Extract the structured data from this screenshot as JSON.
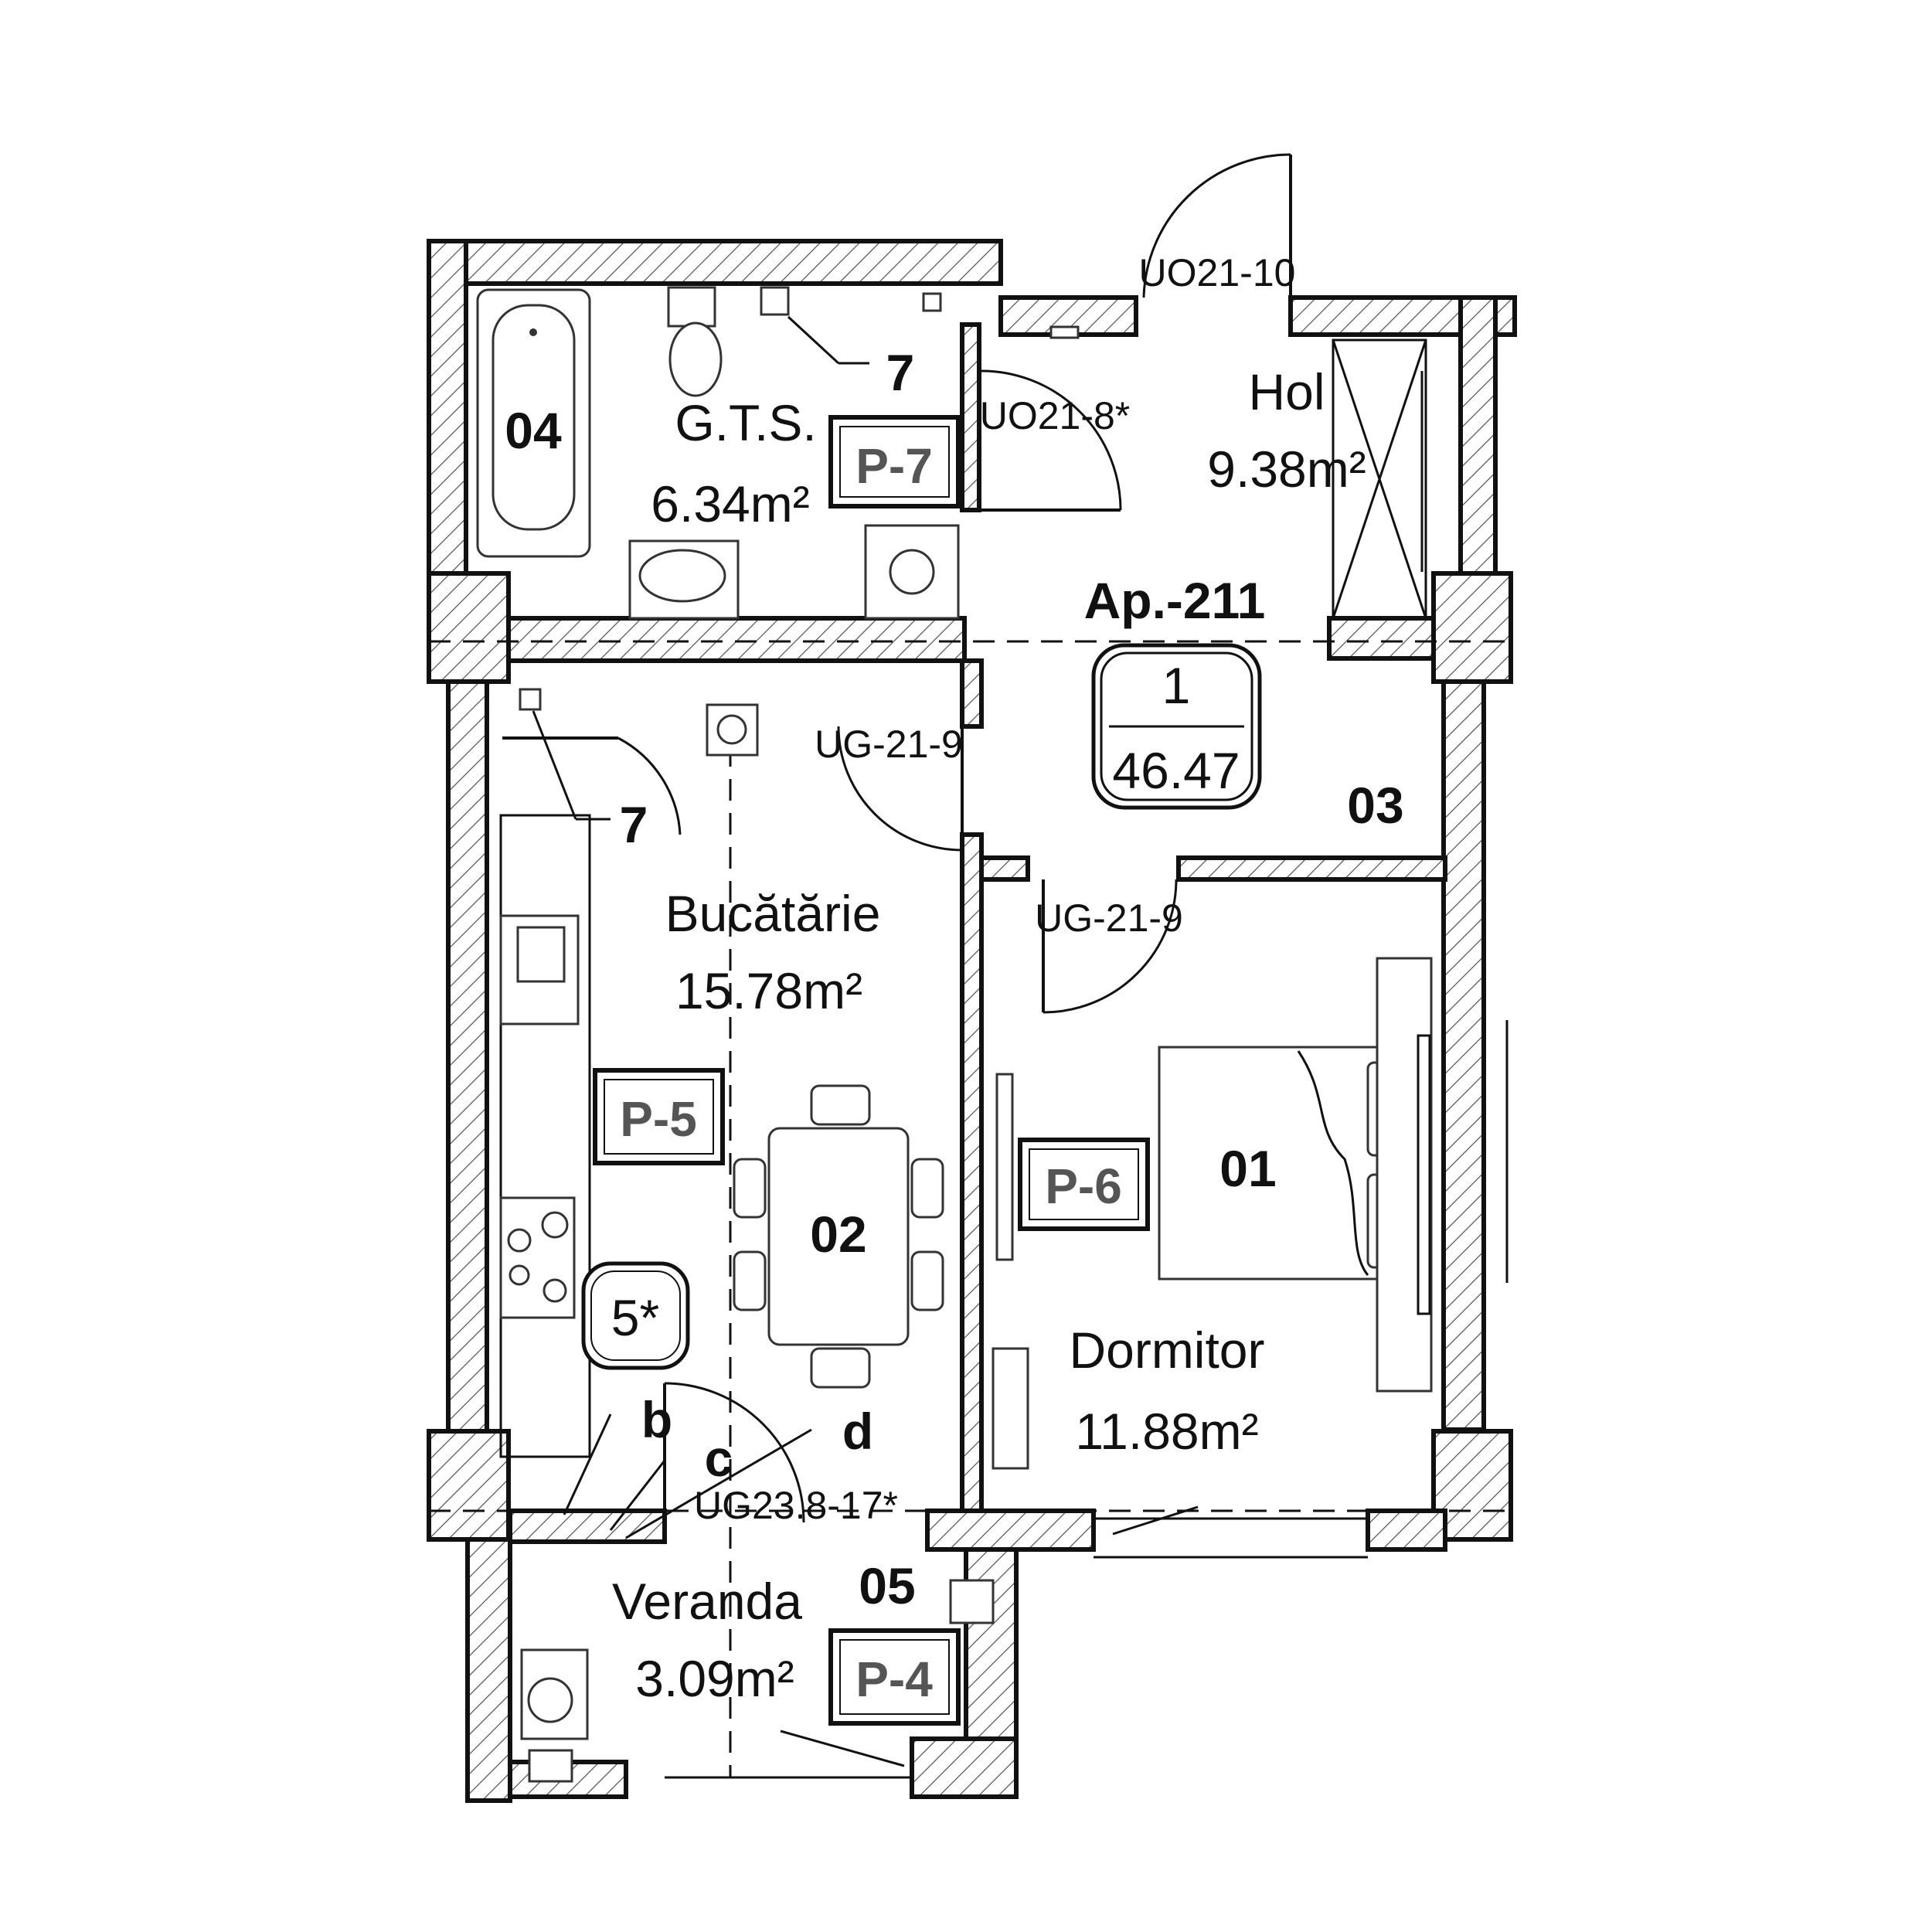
{
  "apartment": {
    "code": "Ap.-211",
    "rooms": "1",
    "area": "46.47"
  },
  "rooms": {
    "gts": {
      "name": "G.T.S.",
      "area": "6.34m²",
      "num": "04",
      "panel": "P-7"
    },
    "hol": {
      "name": "Hol",
      "area": "9.38m²",
      "num": "03"
    },
    "kitchen": {
      "name": "Bucătărie",
      "area": "15.78m²",
      "num": "02",
      "panel": "P-5"
    },
    "bedroom": {
      "name": "Dormitor",
      "area": "11.88m²",
      "num": "01",
      "panel": "P-6"
    },
    "veranda": {
      "name": "Veranda",
      "area": "3.09m²",
      "num": "05",
      "panel": "P-4"
    }
  },
  "doors": {
    "entrance": "UO21-10",
    "bathroom": "UO21-8*",
    "kitchen": "UG-21-9",
    "bedroom": "UG-21-9",
    "veranda": "UG23.8-17*"
  },
  "markers": {
    "seven_top": "7",
    "seven_kitchen": "7",
    "five_star": "5*",
    "b": "b",
    "c": "c",
    "d": "d"
  }
}
